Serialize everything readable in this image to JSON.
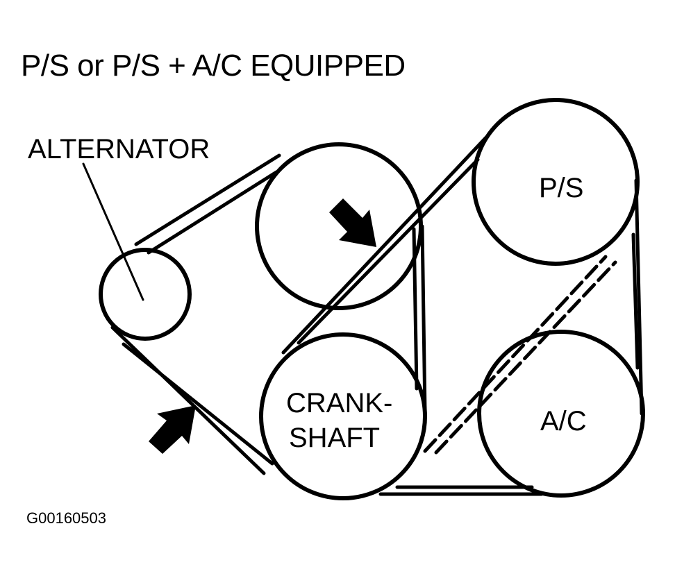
{
  "title": "P/S or P/S + A/C EQUIPPED",
  "labels": {
    "alternator": "ALTERNATOR",
    "power_steering": "P/S",
    "crankshaft_line1": "CRANK-",
    "crankshaft_line2": "SHAFT",
    "air_conditioning": "A/C"
  },
  "figure_id": "G00160503",
  "colors": {
    "ink": "#000000",
    "background": "#ffffff"
  }
}
